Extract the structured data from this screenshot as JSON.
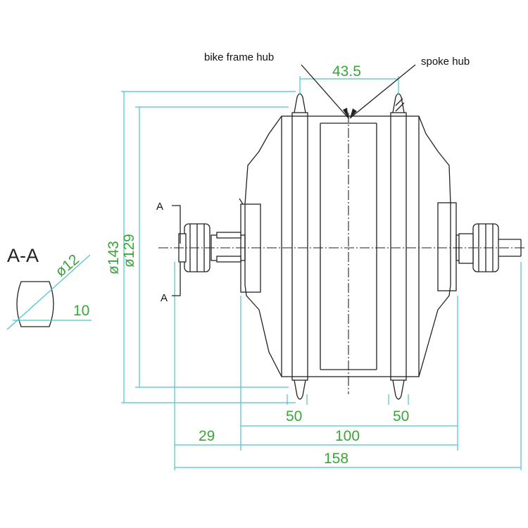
{
  "labels": {
    "bike_frame_hub": "bike frame hub",
    "spoke_hub": "spoke hub",
    "section_title": "A-A",
    "section_mark_top": "A",
    "section_mark_bottom": "A"
  },
  "dimensions": {
    "spoke_flange_spacing": "43.5",
    "diameter_outer": "ø143",
    "diameter_inner": "ø129",
    "axle_diameter": "ø12",
    "axle_flat": "10",
    "flange_left_width": "50",
    "flange_right_width": "50",
    "axle_left_length": "29",
    "dropout_width": "100",
    "overall_length": "158"
  },
  "colors": {
    "ink": "#222222",
    "dimension_line": "#49c3cf",
    "dimension_text": "#3aa53a"
  }
}
